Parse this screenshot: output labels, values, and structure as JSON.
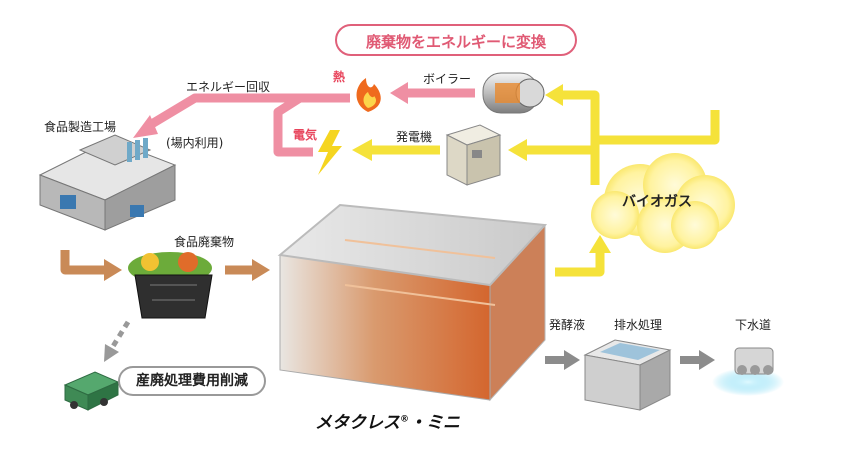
{
  "callout": "廃棄物をエネルギーに変換",
  "labels": {
    "energy_recovery": "エネルギー回収",
    "factory": "食品製造工場",
    "onsite_use": "(場内利用)",
    "heat": "熱",
    "electricity": "電気",
    "boiler": "ボイラー",
    "generator": "発電機",
    "food_waste": "食品廃棄物",
    "biogas": "バイオガス",
    "digestate": "発酵液",
    "wastewater": "排水処理",
    "sewer": "下水道",
    "disposal_reduction": "産廃処理費用削減",
    "product_name": "メタクレス",
    "product_mark": "®",
    "product_suffix": "・ミニ"
  },
  "colors": {
    "energy_arrow": "#ef8fa3",
    "heat_label": "#e8455c",
    "electricity_label": "#e8455c",
    "gas_arrow": "#f5e23a",
    "callout_border": "#e0607a",
    "waste_arrow": "#c98a57",
    "process_arrow": "#8c8c8c"
  }
}
